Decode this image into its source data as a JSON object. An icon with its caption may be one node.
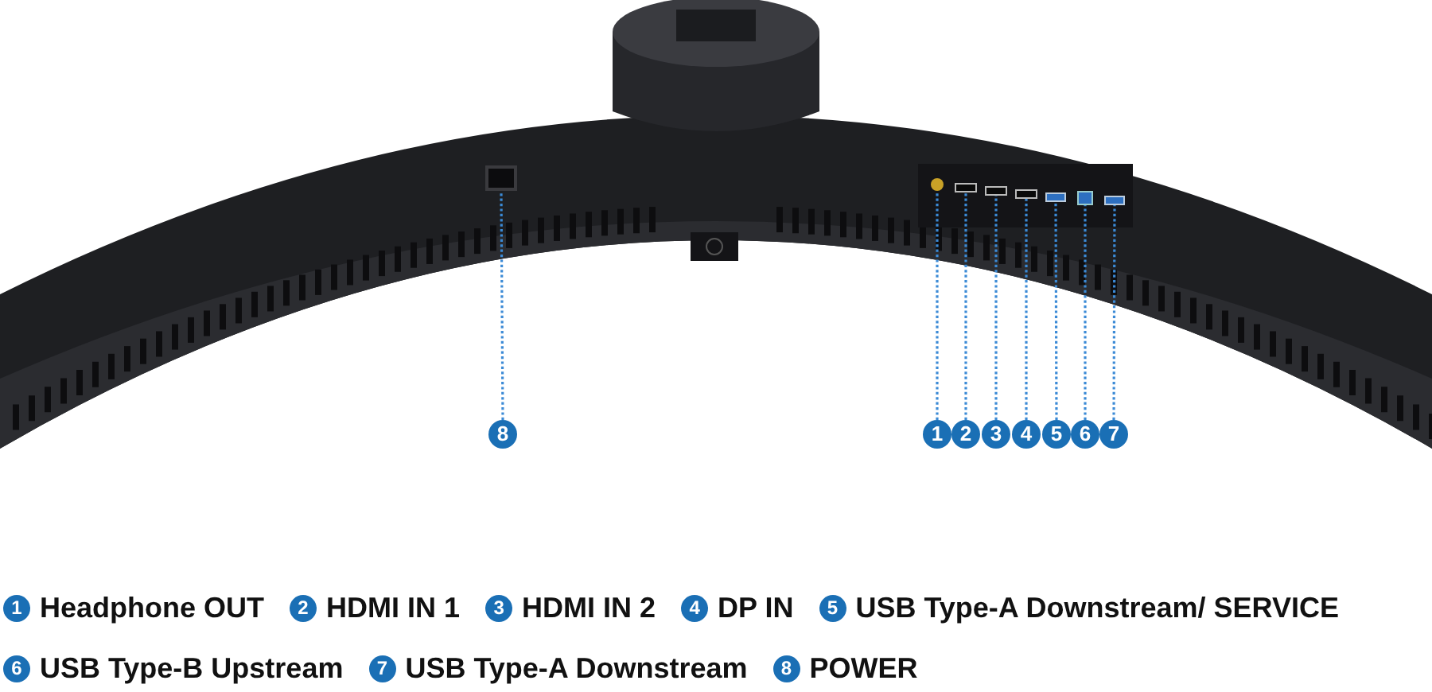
{
  "diagram": {
    "nodes": [
      {
        "text": [],
        "shape": "box"
      },
      {
        "text": [],
        "shape": "box"
      },
      {
        "text": [],
        "shape": "box"
      },
      {
        "text": [],
        "shape": "box"
      },
      {
        "text": [],
        "shape": "box"
      },
      {
        "text": [],
        "shape": "box"
      },
      {
        "text": [],
        "shape": "box"
      },
      {
        "text": [],
        "shape": "box"
      },
      {
        "text": [
          "8"
        ]
      },
      {
        "text": [
          "1"
        ]
      },
      {
        "text": [
          "2"
        ]
      },
      {
        "text": [
          "3"
        ]
      },
      {
        "text": [
          "4"
        ]
      },
      {
        "text": [
          "5"
        ]
      },
      {
        "text": [
          "6"
        ]
      },
      {
        "text": [
          "7"
        ]
      },
      {
        "text": [
          "1"
        ],
        "beside": [
          "Headphone OUT"
        ]
      },
      {
        "text": [
          "2"
        ],
        "beside": [
          "HDMI IN 1"
        ]
      },
      {
        "text": [
          "3"
        ],
        "beside": [
          "HDMI IN 2"
        ]
      },
      {
        "text": [
          "4"
        ],
        "beside": [
          "DP IN"
        ]
      },
      {
        "text": [
          "5"
        ],
        "beside": [
          "USB Type-A Downstream/ SERVICE"
        ]
      },
      {
        "text": [
          "6"
        ],
        "beside": [
          "USB Type-B Upstream"
        ]
      },
      {
        "text": [
          "7"
        ],
        "beside": [
          "USB Type-A Downstream"
        ]
      },
      {
        "text": [
          "8"
        ],
        "beside": [
          "POWER"
        ]
      }
    ],
    "edges": [
      {
        "from": 8,
        "to": 0,
        "arrow": "none",
        "style": "dashed"
      },
      {
        "from": 9,
        "to": 1,
        "arrow": "none",
        "style": "dashed"
      },
      {
        "from": 10,
        "to": 2,
        "arrow": "none",
        "style": "dashed"
      },
      {
        "from": 11,
        "to": 3,
        "arrow": "none",
        "style": "dashed"
      },
      {
        "from": 12,
        "to": 4,
        "arrow": "none",
        "style": "dashed"
      },
      {
        "from": 13,
        "to": 5,
        "arrow": "none",
        "style": "dashed"
      },
      {
        "from": 14,
        "to": 6,
        "arrow": "none",
        "style": "dashed"
      },
      {
        "from": 15,
        "to": 7,
        "arrow": "none",
        "style": "dashed"
      }
    ]
  }
}
